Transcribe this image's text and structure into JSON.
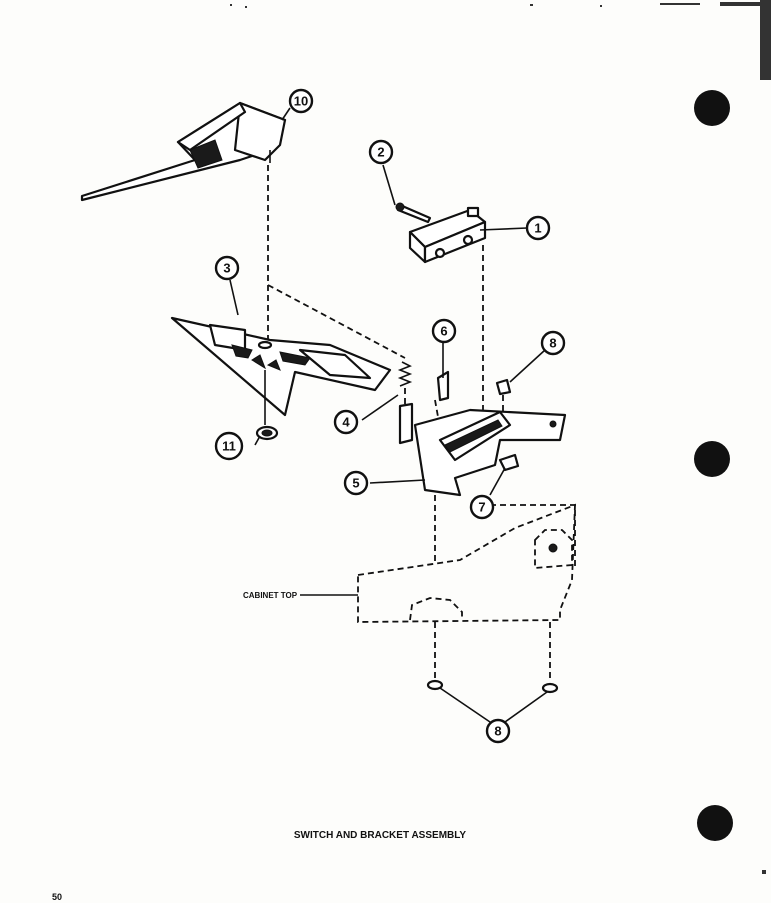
{
  "title": "SWITCH AND BRACKET ASSEMBLY",
  "cabinet_label": "CABINET TOP",
  "page_number": "50",
  "callouts": {
    "c1": "1",
    "c2": "2",
    "c3": "3",
    "c4": "4",
    "c5": "5",
    "c6": "6",
    "c7": "7",
    "c8a": "8",
    "c8b": "8",
    "c10": "10",
    "c11": "11"
  },
  "binder_holes": 3
}
